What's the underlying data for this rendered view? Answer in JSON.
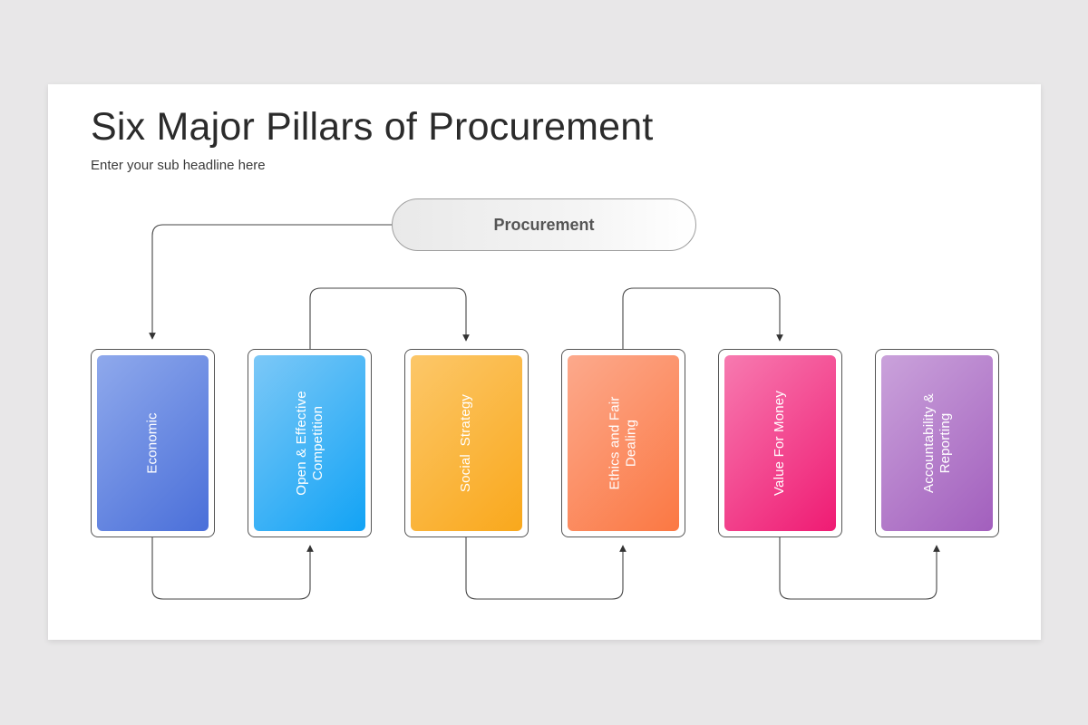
{
  "slide": {
    "title": "Six Major Pillars of Procurement",
    "subtitle": "Enter your sub headline here"
  },
  "diagram": {
    "root": {
      "label": "Procurement"
    },
    "pillars": [
      {
        "label": "Economic",
        "color_from": "#8fa9ec",
        "color_to": "#4a6fd9"
      },
      {
        "label": "Open & Effective\nCompetition",
        "color_from": "#7cc8f7",
        "color_to": "#12a3f5"
      },
      {
        "label": "Social  Strategy",
        "color_from": "#fcc769",
        "color_to": "#f9a81c"
      },
      {
        "label": "Ethics and Fair\nDealing",
        "color_from": "#fca98c",
        "color_to": "#fb7843"
      },
      {
        "label": "Value For Money",
        "color_from": "#f77ab0",
        "color_to": "#ef1b73"
      },
      {
        "label": "Accountability &\nReporting",
        "color_from": "#caa2db",
        "color_to": "#a25fbd"
      }
    ],
    "edges": [
      {
        "from": "Procurement",
        "to": "Economic"
      },
      {
        "from": "Economic",
        "to": "Open & Effective Competition"
      },
      {
        "from": "Open & Effective Competition",
        "to": "Social  Strategy"
      },
      {
        "from": "Social  Strategy",
        "to": "Ethics and Fair Dealing"
      },
      {
        "from": "Ethics and Fair Dealing",
        "to": "Value For Money"
      },
      {
        "from": "Value For Money",
        "to": "Accountability & Reporting"
      }
    ]
  }
}
